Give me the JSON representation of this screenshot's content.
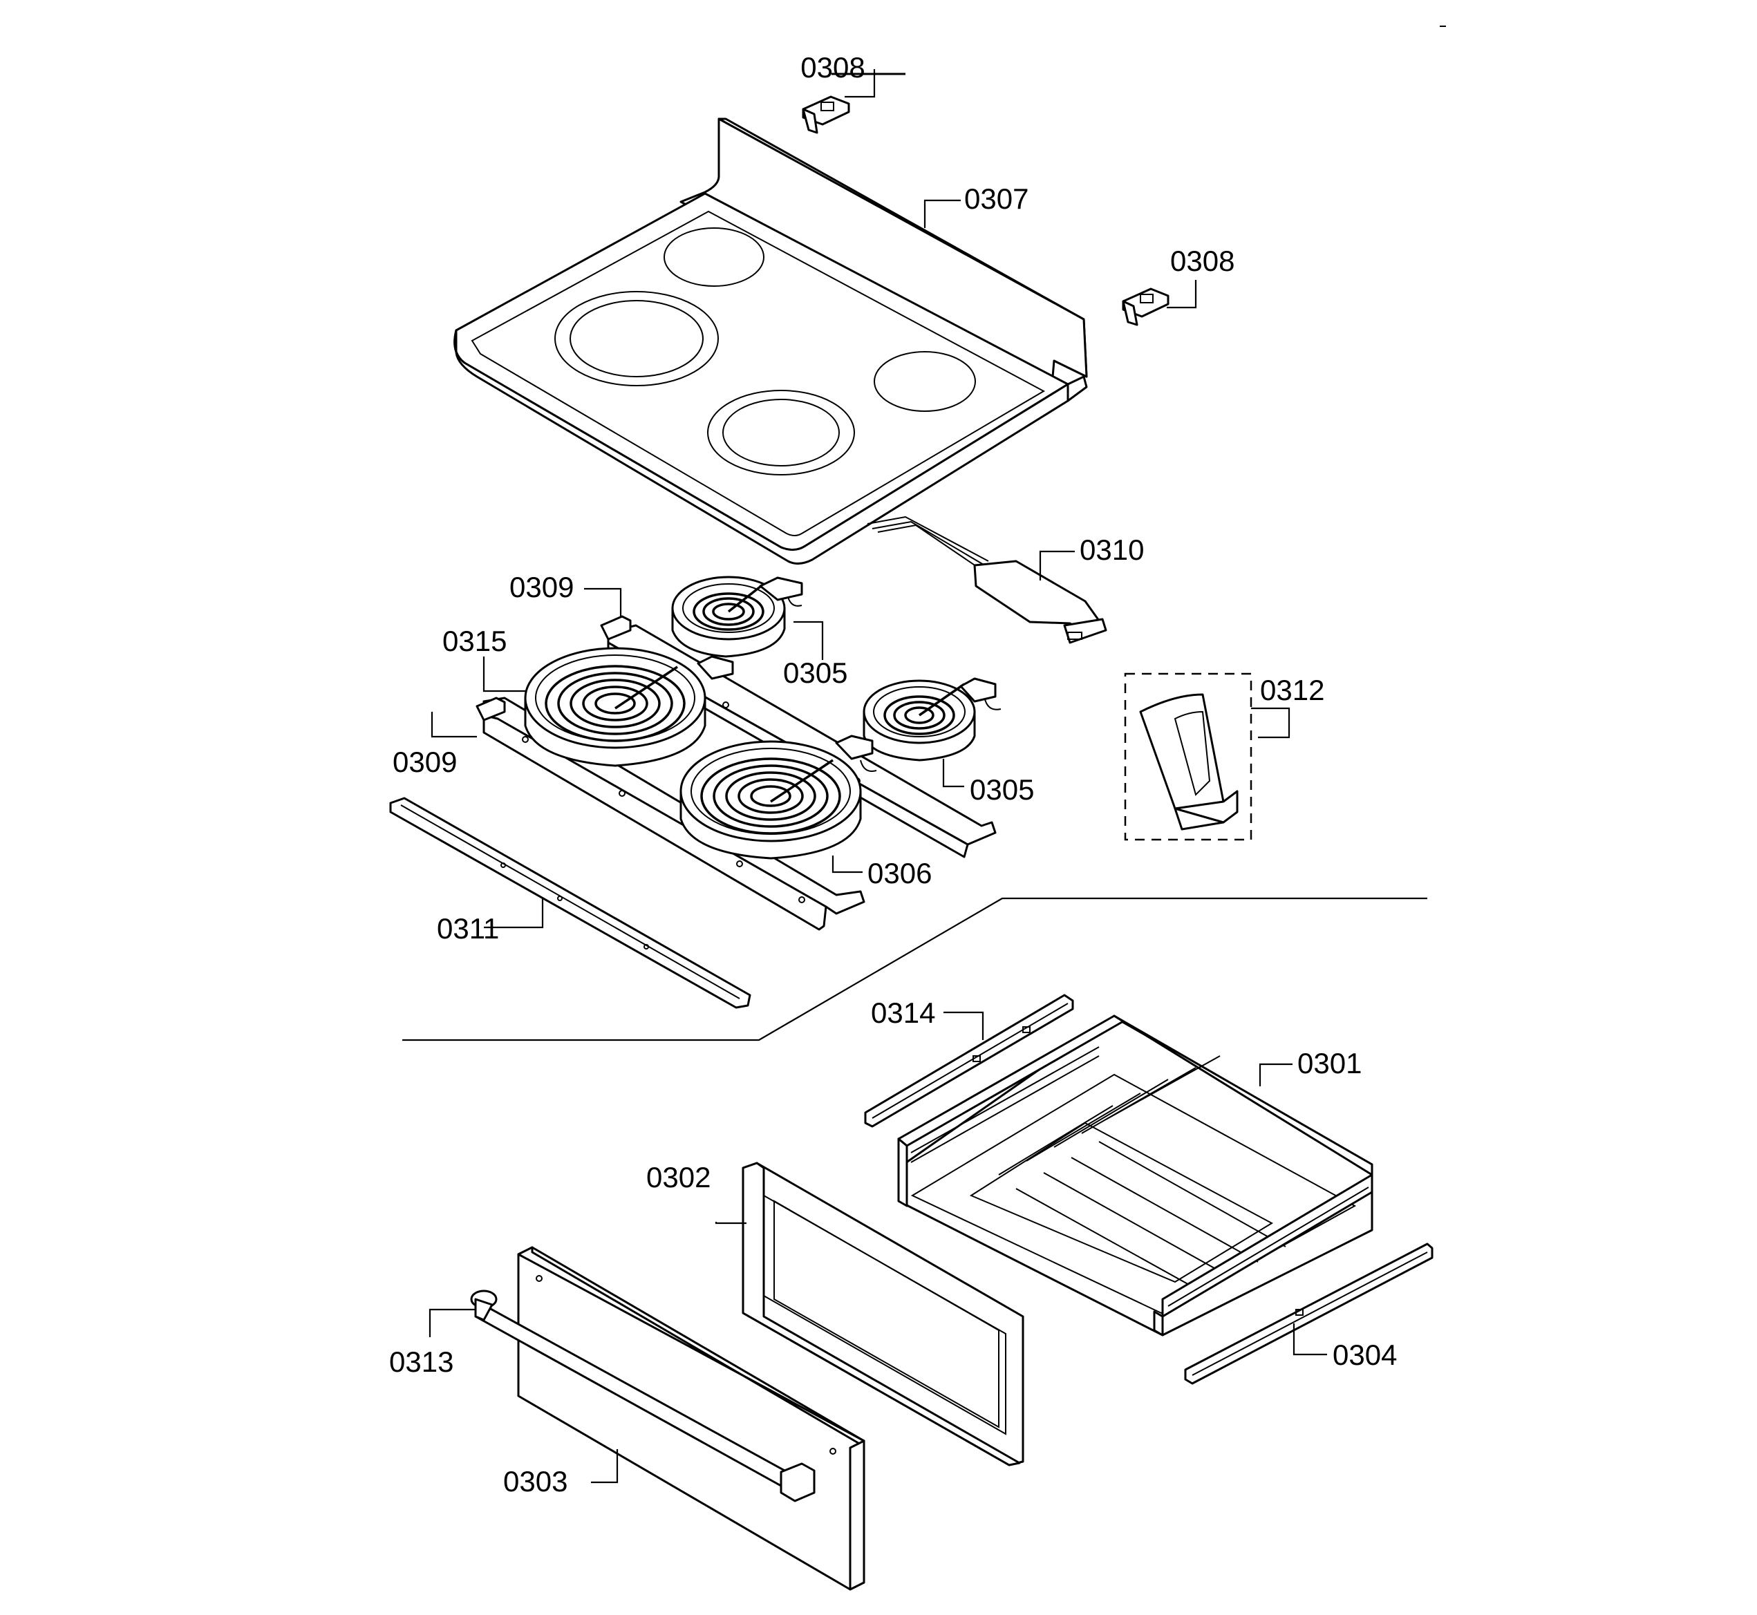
{
  "callouts": {
    "c0308a": "0308",
    "c0307": "0307",
    "c0308b": "0308",
    "c0310": "0310",
    "c0309a": "0309",
    "c0315": "0315",
    "c0305a": "0305",
    "c0312": "0312",
    "c0309b": "0309",
    "c0305b": "0305",
    "c0306": "0306",
    "c0311": "0311",
    "c0314": "0314",
    "c0301": "0301",
    "c0302": "0302",
    "c0313": "0313",
    "c0304": "0304",
    "c0303": "0303"
  },
  "colors": {
    "line": "#000000",
    "background": "#ffffff"
  }
}
